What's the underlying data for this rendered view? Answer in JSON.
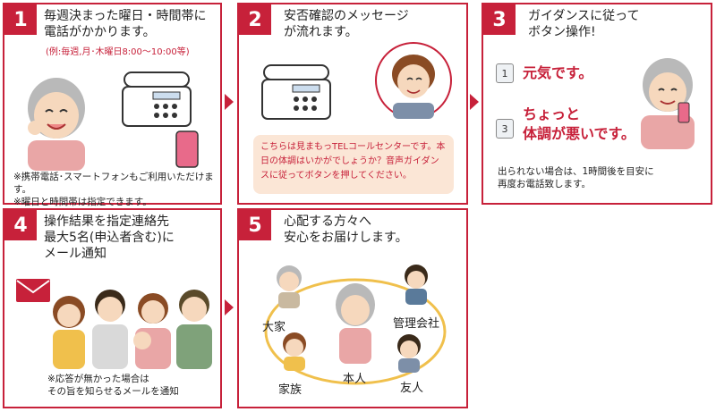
{
  "steps": [
    {
      "num": "1",
      "title": "毎週決まった曜日・時間帯に\n電話がかかります。",
      "sub": "(例:毎週,月･木曜日8:00～10:00等)",
      "notes": "※携帯電話･スマートフォンもご利用いただけます。\n※曜日と時間帯は指定できます。"
    },
    {
      "num": "2",
      "title": "安否確認のメッセージ\nが流れます。",
      "speech": "こちらは見まもっTELコールセンターです。本日の体調はいかがでしょうか？音声ガイダンスに従ってボタンを押してください。"
    },
    {
      "num": "3",
      "title": "ガイダンスに従って\nボタン操作!",
      "key1": "1",
      "key3": "3",
      "option1": "元気です。",
      "option3": "ちょっと\n体調が悪いです。",
      "note": "出られない場合は、1時間後を目安に\n再度お電話致します。"
    },
    {
      "num": "4",
      "title": "操作結果を指定連絡先\n最大5名(申込者含む)に\nメール通知",
      "note": "※応答が無かった場合は\nその旨を知らせるメールを通知"
    },
    {
      "num": "5",
      "title": "心配する方々へ\n安心をお届けします。",
      "labels": {
        "landlord": "大家",
        "management": "管理会社",
        "self": "本人",
        "family": "家族",
        "friend": "友人"
      }
    }
  ],
  "colors": {
    "accent": "#c7213a",
    "speech_bg": "#fbe6d6"
  }
}
